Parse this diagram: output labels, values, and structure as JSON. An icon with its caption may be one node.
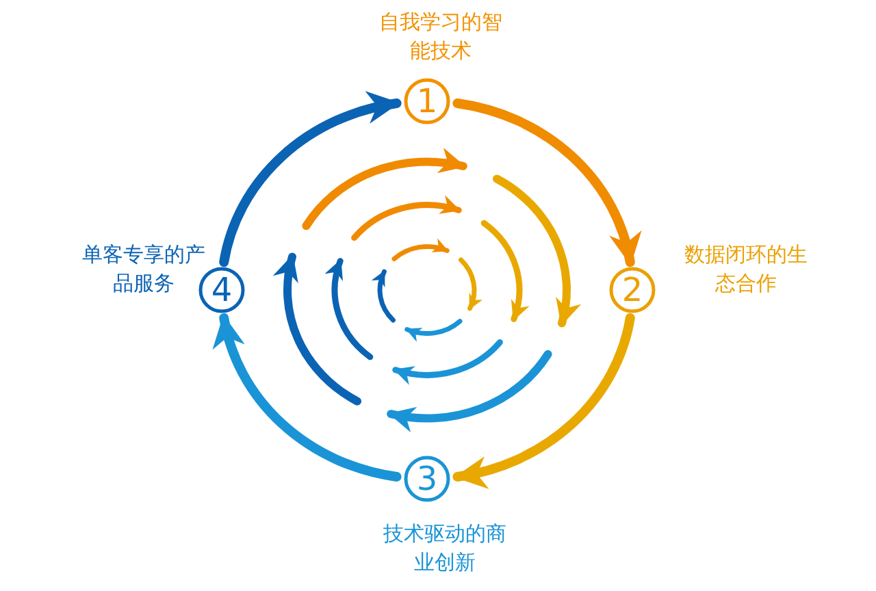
{
  "diagram": {
    "nodes": [
      {
        "text": [
          "1"
        ],
        "beside": [
          "自我学习的智能技术"
        ]
      },
      {
        "text": [
          "2"
        ],
        "beside": [
          "数据闭环的生态合作"
        ]
      },
      {
        "text": [
          "3"
        ],
        "beside": [
          "技术驱动的商业创新"
        ]
      },
      {
        "text": [
          "4"
        ],
        "beside": [
          "单客专享的产品服务"
        ]
      }
    ],
    "edges": [
      {
        "from": 0,
        "to": 1,
        "arrow": "to",
        "color": "#f08c00"
      },
      {
        "from": 1,
        "to": 2,
        "arrow": "to",
        "color": "#e9a800"
      },
      {
        "from": 2,
        "to": 3,
        "arrow": "to",
        "color": "#1a94d6"
      },
      {
        "from": 3,
        "to": 0,
        "arrow": "to",
        "color": "#0b63b4"
      }
    ]
  }
}
